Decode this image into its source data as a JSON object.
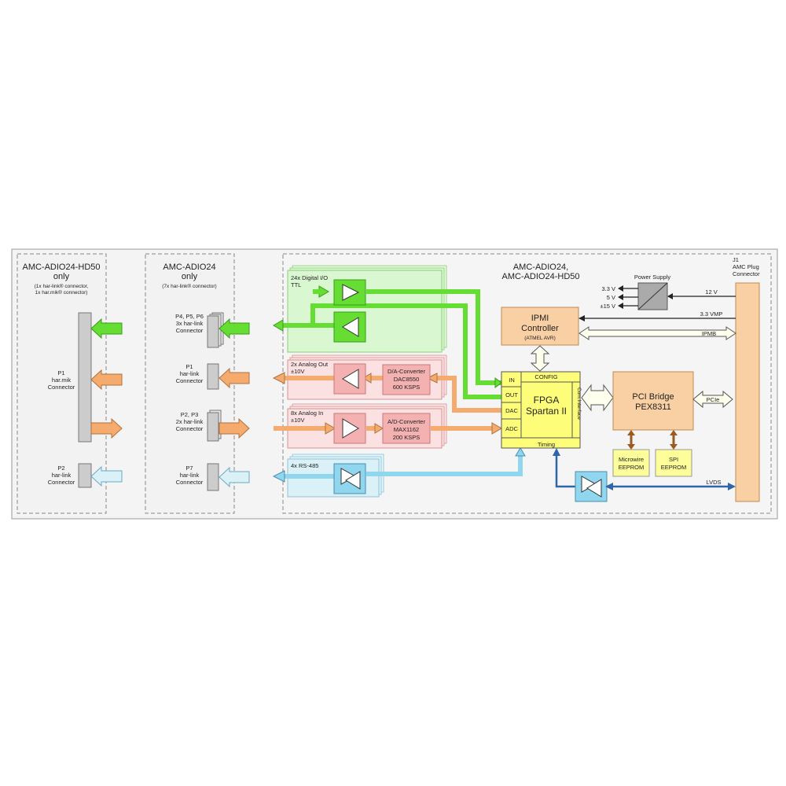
{
  "sections": {
    "hd50": {
      "title": "AMC-ADIO24-HD50",
      "title2": "only",
      "note1": "(1x har-link® connector,",
      "note2": "1x har.mik® connector)"
    },
    "adio24": {
      "title": "AMC-ADIO24",
      "title2": "only",
      "note": "(7x har-link® connector)"
    },
    "main": {
      "title1": "AMC-ADIO24,",
      "title2": "AMC-ADIO24-HD50"
    }
  },
  "connectors": {
    "p1_harmik": {
      "l1": "P1",
      "l2": "har.mik",
      "l3": "Connector"
    },
    "p2_harlink": {
      "l1": "P2",
      "l2": "har-link",
      "l3": "Connector"
    },
    "p456": {
      "l1": "P4, P5, P6",
      "l2": "3x har-link",
      "l3": "Connector"
    },
    "p1_harlink": {
      "l1": "P1",
      "l2": "har-link",
      "l3": "Connector"
    },
    "p23": {
      "l1": "P2, P3",
      "l2": "2x har-link",
      "l3": "Connector"
    },
    "p7": {
      "l1": "P7",
      "l2": "har-link",
      "l3": "Connector"
    },
    "j1": {
      "l1": "J1",
      "l2": "AMC Plug",
      "l3": "Connector"
    }
  },
  "groups": {
    "digital": {
      "l1": "24x Digital I/O",
      "l2": "TTL"
    },
    "analog_out": {
      "l1": "2x Analog Out",
      "l2": "±10V"
    },
    "analog_in": {
      "l1": "8x Analog In",
      "l2": "±10V"
    },
    "rs485": {
      "l1": "4x RS-485"
    }
  },
  "blocks": {
    "dac": {
      "l1": "D/A-Converter",
      "l2": "DAC8550",
      "l3": "600 KSPS"
    },
    "adc": {
      "l1": "A/D-Converter",
      "l2": "MAX1162",
      "l3": "200 KSPS"
    },
    "ipmi": {
      "l1": "IPMI",
      "l2": "Controller",
      "l3": "(ATMEL AVR)"
    },
    "fpga": {
      "l1": "FPGA",
      "l2": "Spartan II",
      "config": "CONFIG",
      "timing": "Timing",
      "in": "IN",
      "out": "OUT",
      "dac": "DAC",
      "adc": "ADC",
      "side": "Com.Interface"
    },
    "pci": {
      "l1": "PCI Bridge",
      "l2": "PEX8311"
    },
    "microwire": {
      "l1": "Microwire",
      "l2": "EEPROM"
    },
    "spi": {
      "l1": "SPI",
      "l2": "EEPROM"
    },
    "power": {
      "title": "Power Supply",
      "v1": "3.3 V",
      "v2": "5 V",
      "v3": "±15 V"
    }
  },
  "signals": {
    "v12": "12 V",
    "vmp": "3.3 VMP",
    "ipmb": "IPMB",
    "pcie": "PCIe",
    "lvds": "LVDS"
  },
  "colors": {
    "green": "#66dd33",
    "green_light": "#d9f7d0",
    "orange": "#f5ab6e",
    "orange_light": "#fbd6b8",
    "pink": "#f4b1b1",
    "pink_light": "#fbe1e1",
    "blue": "#8fd6ee",
    "blue_light": "#dbf1f8",
    "yellow": "#fdfd7a",
    "peach": "#f9cfa4",
    "gray": "#cccccc",
    "dark_blue": "#2f66a8"
  }
}
